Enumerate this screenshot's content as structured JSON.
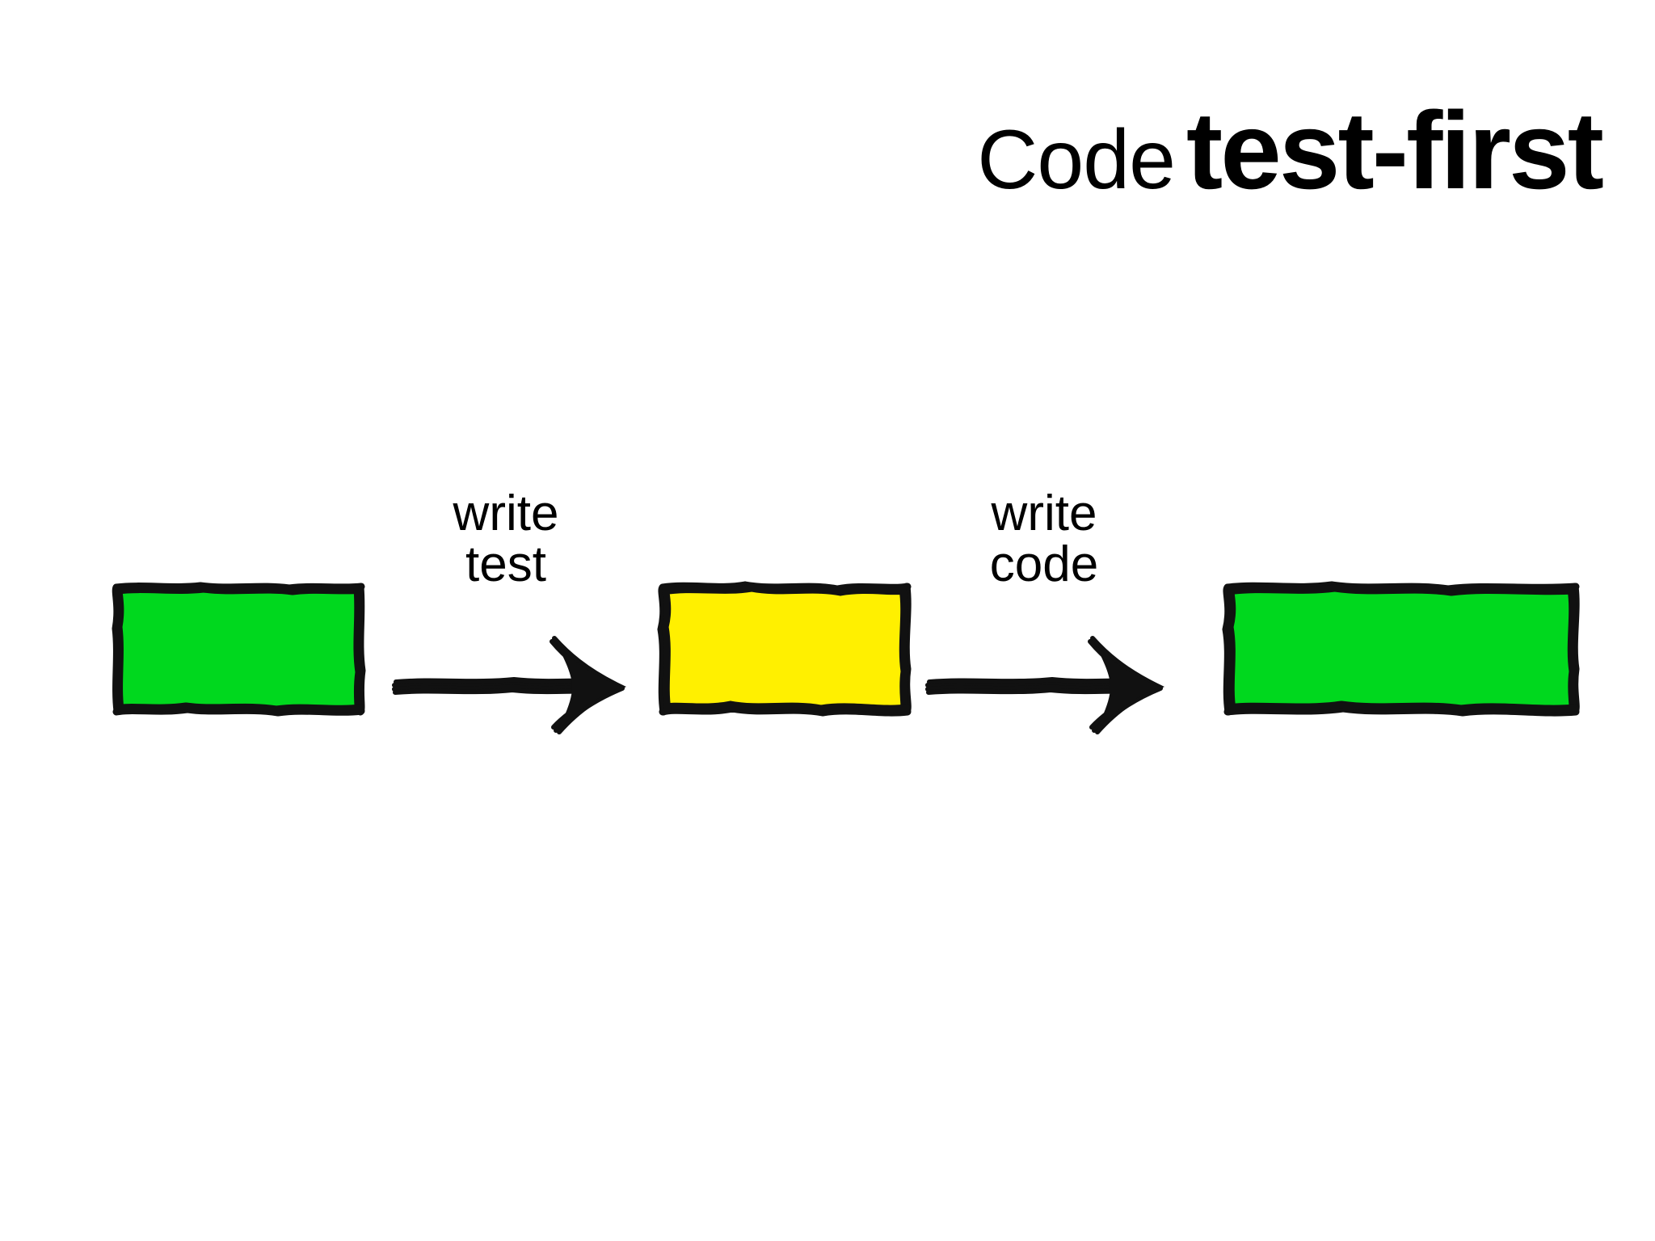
{
  "slide": {
    "background_color": "#ffffff",
    "title": {
      "light_part": "Code",
      "bold_part": "test-first"
    }
  },
  "diagram": {
    "type": "flow",
    "stroke_color": "#111111",
    "nodes": [
      {
        "id": "state-1",
        "name": "passing-state-start",
        "fill_color": "#00D81E",
        "fill_name": "green",
        "label": ""
      },
      {
        "id": "state-2",
        "name": "failing-state-middle",
        "fill_color": "#FFF000",
        "fill_name": "yellow",
        "label": ""
      },
      {
        "id": "state-3",
        "name": "passing-state-end",
        "fill_color": "#00D81E",
        "fill_name": "green",
        "label": ""
      }
    ],
    "arrows": [
      {
        "id": "arrow-1",
        "name": "write-test-arrow",
        "from": "state-1",
        "to": "state-2",
        "label_lines": [
          "write",
          "test"
        ]
      },
      {
        "id": "arrow-2",
        "name": "write-code-arrow",
        "from": "state-2",
        "to": "state-3",
        "label_lines": [
          "write",
          "code"
        ]
      }
    ]
  }
}
